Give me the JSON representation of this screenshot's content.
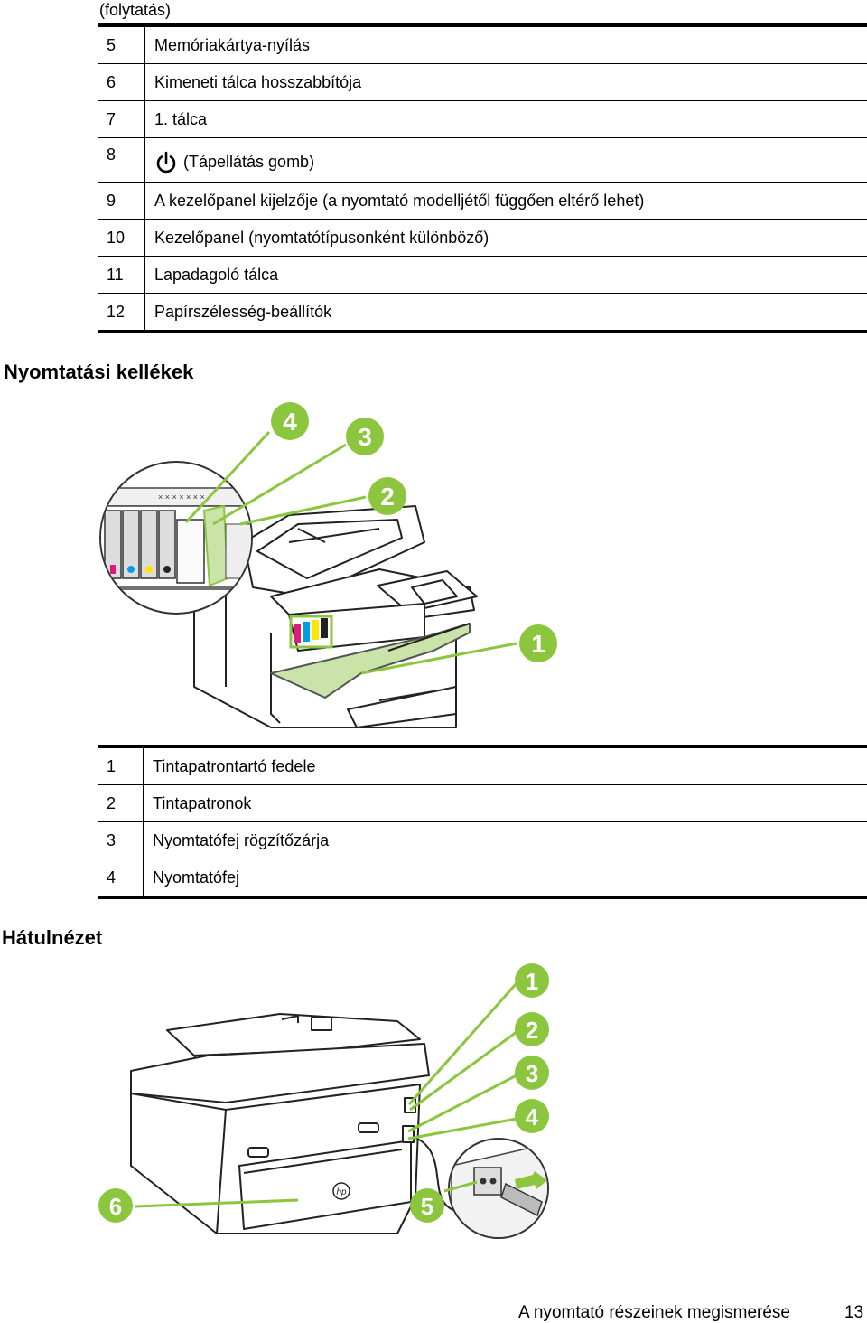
{
  "continued_label": "(folytatás)",
  "top_table": {
    "rows": [
      {
        "num": "5",
        "label": "Memóriakártya-nyílás"
      },
      {
        "num": "6",
        "label": "Kimeneti tálca hosszabbítója"
      },
      {
        "num": "7",
        "label": "1. tálca"
      },
      {
        "num": "8",
        "icon": "power-icon",
        "label": "(Tápellátás gomb)"
      },
      {
        "num": "9",
        "label": "A kezelőpanel kijelzője (a nyomtató modelljétől függően eltérő lehet)"
      },
      {
        "num": "10",
        "label": "Kezelőpanel (nyomtatótípusonként különböző)"
      },
      {
        "num": "11",
        "label": "Lapadagoló tálca"
      },
      {
        "num": "12",
        "label": "Papírszélesség-beállítók"
      }
    ]
  },
  "supplies_section": {
    "heading": "Nyomtatási kellékek",
    "callouts": [
      "4",
      "3",
      "2",
      "1"
    ],
    "rows": [
      {
        "num": "1",
        "label": "Tintapatrontartó fedele"
      },
      {
        "num": "2",
        "label": "Tintapatronok"
      },
      {
        "num": "3",
        "label": "Nyomtatófej rögzítőzárja"
      },
      {
        "num": "4",
        "label": "Nyomtatófej"
      }
    ]
  },
  "rear_section": {
    "heading": "Hátulnézet",
    "callouts": [
      "1",
      "2",
      "3",
      "4",
      "5",
      "6"
    ],
    "logo_text": "hp"
  },
  "footer": {
    "title": "A nyomtató részeinek megismerése",
    "page_number": "13"
  },
  "colors": {
    "callout_green": "#8cc63f",
    "leader_green": "#8cc63f",
    "highlight_green": "#c9e3a8",
    "magenta": "#e0197d",
    "cyan": "#00a0e0",
    "yellow": "#ffe600"
  }
}
